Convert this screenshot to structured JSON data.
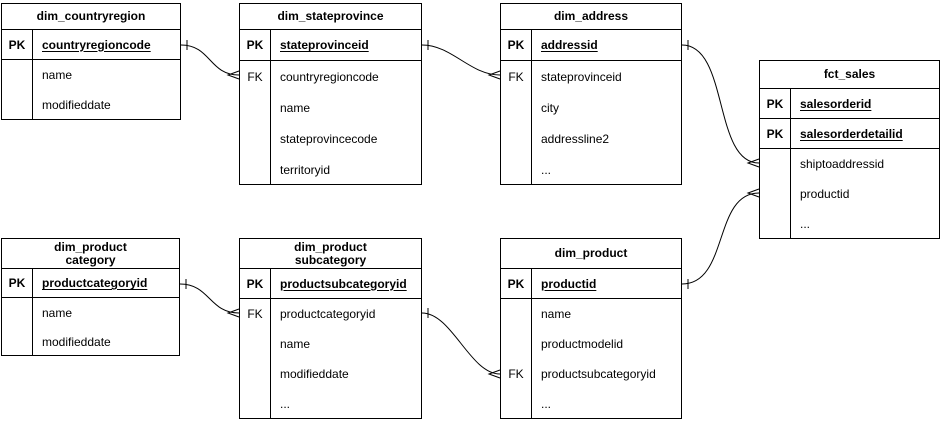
{
  "diagram": {
    "tables": [
      {
        "id": "dim_countryregion",
        "title": "dim_countryregion",
        "rows": [
          {
            "key": "PK",
            "name": "countryregioncode",
            "pk": true
          },
          {
            "key": "",
            "name": "name",
            "pk": false
          },
          {
            "key": "",
            "name": "modifieddate",
            "pk": false
          }
        ]
      },
      {
        "id": "dim_stateprovince",
        "title": "dim_stateprovince",
        "rows": [
          {
            "key": "PK",
            "name": "stateprovinceid",
            "pk": true
          },
          {
            "key": "FK",
            "name": "countryregioncode",
            "pk": false
          },
          {
            "key": "",
            "name": "name",
            "pk": false
          },
          {
            "key": "",
            "name": "stateprovincecode",
            "pk": false
          },
          {
            "key": "",
            "name": "territoryid",
            "pk": false
          }
        ]
      },
      {
        "id": "dim_address",
        "title": "dim_address",
        "rows": [
          {
            "key": "PK",
            "name": "addressid",
            "pk": true
          },
          {
            "key": "FK",
            "name": "stateprovinceid",
            "pk": false
          },
          {
            "key": "",
            "name": "city",
            "pk": false
          },
          {
            "key": "",
            "name": "addressline2",
            "pk": false
          },
          {
            "key": "",
            "name": "...",
            "pk": false
          }
        ]
      },
      {
        "id": "fct_sales",
        "title": "fct_sales",
        "rows": [
          {
            "key": "PK",
            "name": "salesorderid",
            "pk": true
          },
          {
            "key": "PK",
            "name": "salesorderdetailid",
            "pk": true
          },
          {
            "key": "",
            "name": "shiptoaddressid",
            "pk": false
          },
          {
            "key": "",
            "name": "productid",
            "pk": false
          },
          {
            "key": "",
            "name": "...",
            "pk": false
          }
        ]
      },
      {
        "id": "dim_productcategory",
        "title": "dim_product\ncategory",
        "rows": [
          {
            "key": "PK",
            "name": "productcategoryid",
            "pk": true
          },
          {
            "key": "",
            "name": "name",
            "pk": false
          },
          {
            "key": "",
            "name": "modifieddate",
            "pk": false
          }
        ]
      },
      {
        "id": "dim_productsubcategory",
        "title": "dim_product\nsubcategory",
        "rows": [
          {
            "key": "PK",
            "name": "productsubcategoryid",
            "pk": true
          },
          {
            "key": "FK",
            "name": "productcategoryid",
            "pk": false
          },
          {
            "key": "",
            "name": "name",
            "pk": false
          },
          {
            "key": "",
            "name": "modifieddate",
            "pk": false
          },
          {
            "key": "",
            "name": "...",
            "pk": false
          }
        ]
      },
      {
        "id": "dim_product",
        "title": "dim_product",
        "rows": [
          {
            "key": "PK",
            "name": "productid",
            "pk": true
          },
          {
            "key": "",
            "name": "name",
            "pk": false
          },
          {
            "key": "",
            "name": "productmodelid",
            "pk": false
          },
          {
            "key": "FK",
            "name": "productsubcategoryid",
            "pk": false
          },
          {
            "key": "",
            "name": "...",
            "pk": false
          }
        ]
      }
    ],
    "relationships": [
      {
        "from_table": "dim_countryregion",
        "from_field": "countryregioncode",
        "to_table": "dim_stateprovince",
        "to_field": "countryregioncode",
        "from_cardinality": "one",
        "to_cardinality": "many"
      },
      {
        "from_table": "dim_stateprovince",
        "from_field": "stateprovinceid",
        "to_table": "dim_address",
        "to_field": "stateprovinceid",
        "from_cardinality": "one",
        "to_cardinality": "many"
      },
      {
        "from_table": "dim_address",
        "from_field": "addressid",
        "to_table": "fct_sales",
        "to_field": "shiptoaddressid",
        "from_cardinality": "one",
        "to_cardinality": "many"
      },
      {
        "from_table": "dim_product",
        "from_field": "productid",
        "to_table": "fct_sales",
        "to_field": "productid",
        "from_cardinality": "one",
        "to_cardinality": "many"
      },
      {
        "from_table": "dim_productcategory",
        "from_field": "productcategoryid",
        "to_table": "dim_productsubcategory",
        "to_field": "productcategoryid",
        "from_cardinality": "one",
        "to_cardinality": "many"
      },
      {
        "from_table": "dim_productsubcategory",
        "from_field": "productsubcategoryid",
        "to_table": "dim_product",
        "to_field": "productsubcategoryid",
        "from_cardinality": "one",
        "to_cardinality": "many"
      }
    ]
  },
  "colors": {
    "line": "#000000",
    "text": "#000000",
    "background": "#ffffff"
  }
}
